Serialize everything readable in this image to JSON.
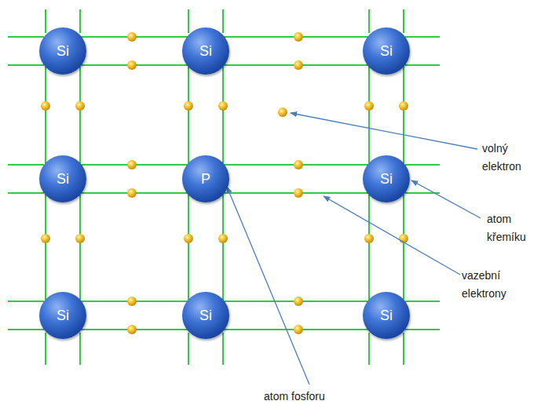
{
  "diagram": {
    "nodes": [
      {
        "text": [
          "Si"
        ]
      },
      {
        "text": [
          "Si"
        ]
      },
      {
        "text": [
          "Si"
        ]
      },
      {
        "text": [
          "Si"
        ]
      },
      {
        "text": [
          "P"
        ]
      },
      {
        "text": [
          "Si"
        ]
      },
      {
        "text": [
          "Si"
        ]
      },
      {
        "text": [
          "Si"
        ]
      },
      {
        "text": [
          "Si"
        ]
      }
    ],
    "edges": [
      {
        "from": 0,
        "to": 1,
        "arrow": "none"
      },
      {
        "from": 1,
        "to": 2,
        "arrow": "none"
      },
      {
        "from": 3,
        "to": 4,
        "arrow": "none"
      },
      {
        "from": 4,
        "to": 5,
        "arrow": "none"
      },
      {
        "from": 6,
        "to": 7,
        "arrow": "none"
      },
      {
        "from": 7,
        "to": 8,
        "arrow": "none"
      },
      {
        "from": 0,
        "to": 3,
        "arrow": "none"
      },
      {
        "from": 3,
        "to": 6,
        "arrow": "none"
      },
      {
        "from": 1,
        "to": 4,
        "arrow": "none"
      },
      {
        "from": 4,
        "to": 7,
        "arrow": "none"
      },
      {
        "from": 2,
        "to": 5,
        "arrow": "none"
      },
      {
        "from": 5,
        "to": 8,
        "arrow": "none"
      }
    ],
    "labels": [
      "volný elektron",
      "atom křemíku",
      "vazební elektrony",
      "atom fosforu"
    ]
  }
}
